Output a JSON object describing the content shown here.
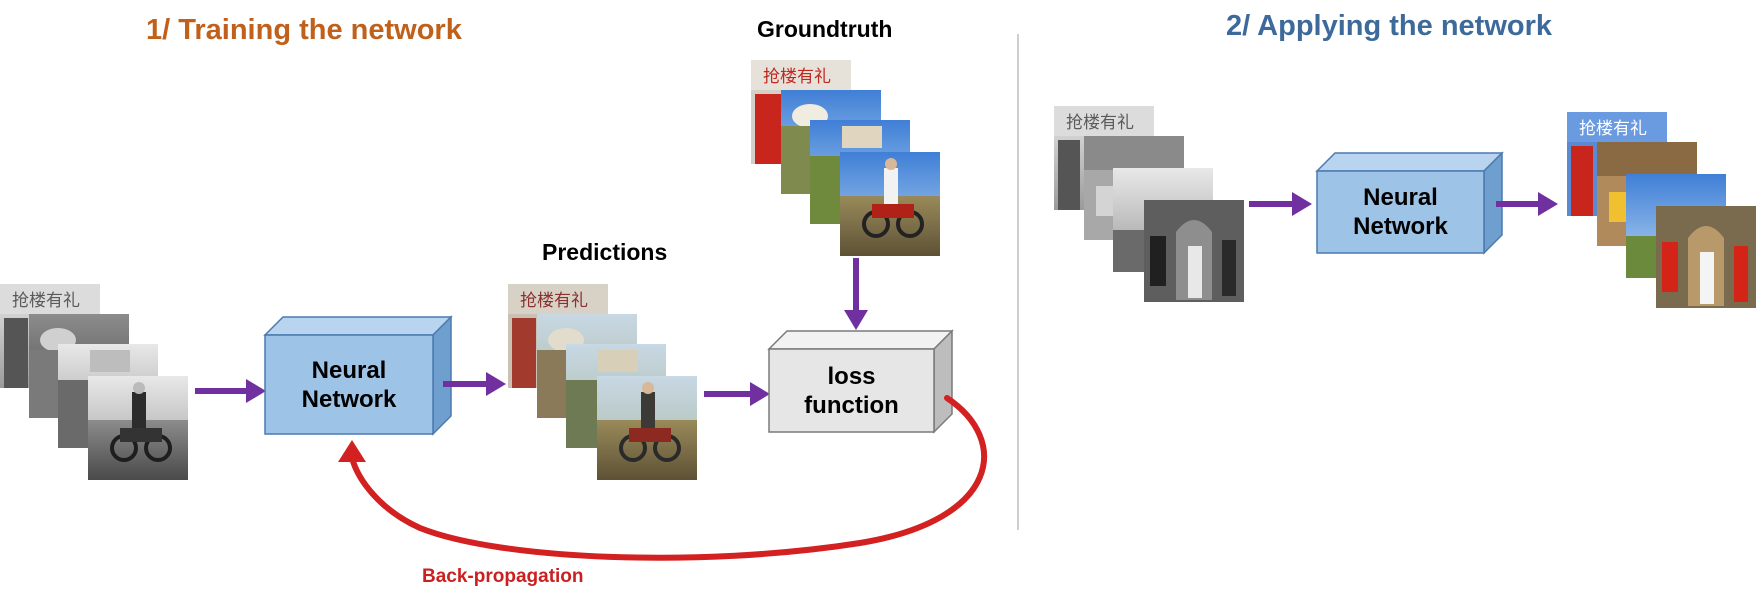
{
  "training": {
    "title": "1/ Training the network",
    "predictions_label": "Predictions",
    "groundtruth_label": "Groundtruth",
    "network_line1": "Neural",
    "network_line2": "Network",
    "loss_line1": "loss",
    "loss_line2": "function",
    "backprop_label": "Back-propagation"
  },
  "applying": {
    "title": "2/ Applying the network",
    "network_line1": "Neural",
    "network_line2": "Network"
  },
  "thumbnail_text": "抢楼有礼",
  "colors": {
    "title_training": "#c0601a",
    "title_applying": "#3d6a9a",
    "arrow": "#7030a0",
    "backprop": "#d32020",
    "network_box": "#9dc3e6",
    "network_box_dark": "#6f9fcf",
    "loss_box": "#e6e6e6",
    "loss_box_dark": "#bdbdbd",
    "divider": "#bfbfbf"
  }
}
